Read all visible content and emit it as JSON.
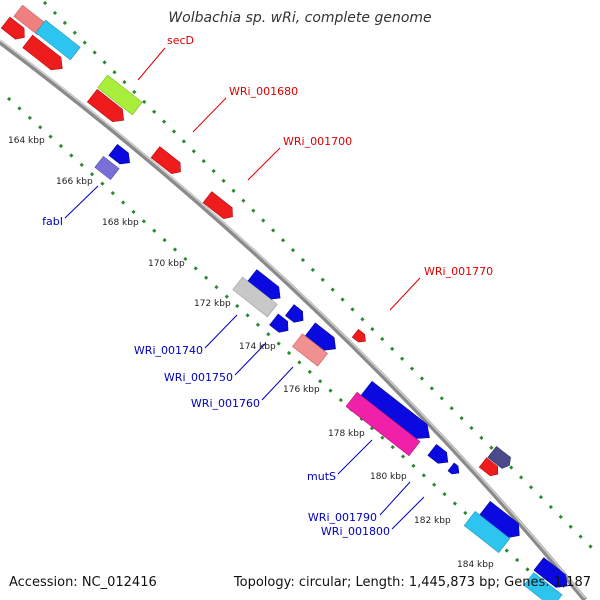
{
  "title": "Wolbachia sp. wRi, complete genome",
  "footer": {
    "accession": "Accession: NC_012416",
    "topology": "Topology: circular; Length: 1,445,873 bp; Genes: 1,187"
  },
  "colors": {
    "backbone": "#8a8a8a",
    "dots": "#2b8a2b",
    "label_red": "#dd0000",
    "label_blue": "#0000bb",
    "tick_text": "#222222"
  },
  "ticks": [
    "164 kbp",
    "166 kbp",
    "168 kbp",
    "170 kbp",
    "172 kbp",
    "174 kbp",
    "176 kbp",
    "178 kbp",
    "180 kbp",
    "182 kbp",
    "184 kbp"
  ],
  "gene_labels": [
    "secD",
    "WRi_001680",
    "WRi_001700",
    "WRi_001770",
    "fabI",
    "WRi_001740",
    "WRi_001750",
    "WRi_001760",
    "mutS",
    "WRi_001790",
    "WRi_001800"
  ]
}
